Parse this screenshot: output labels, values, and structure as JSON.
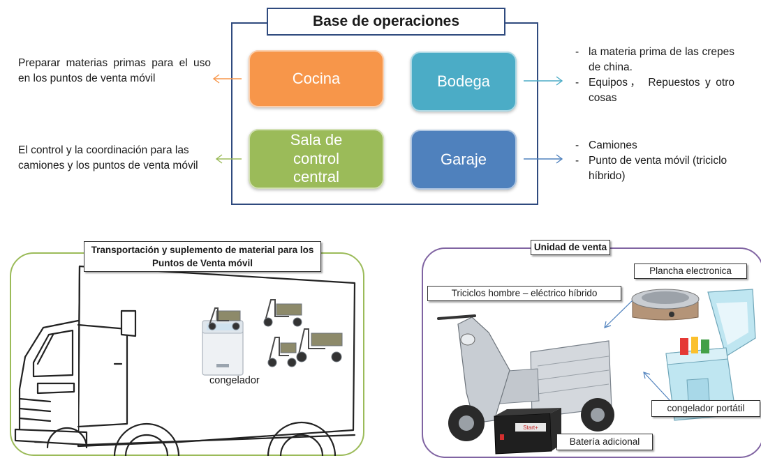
{
  "operations": {
    "title": "Base de operaciones",
    "tiles": {
      "cocina": "Cocina",
      "bodega": "Bodega",
      "sala": "Sala de control central",
      "garaje": "Garaje"
    },
    "colors": {
      "cocina": "#f7964a",
      "bodega": "#4bacc6",
      "sala": "#9bbb59",
      "garaje": "#4f81bd",
      "frame": "#2f4a7e"
    }
  },
  "descriptions": {
    "cocina": "Preparar materias primas para el uso en los puntos de venta móvil",
    "sala": "El control y la coordinación para las camiones y los puntos de venta móvil",
    "bodega_items": [
      "la materia prima de las crepes de china.",
      "Equipos， Repuestos y otro cosas"
    ],
    "garaje_items": [
      "Camiones",
      "Punto de venta móvil (triciclo híbrido)"
    ]
  },
  "transport_panel": {
    "label": "Transportación y suplemento de material para los Puntos de Venta móvil",
    "freezer_label": "congelador",
    "border_color": "#9bbb59"
  },
  "sales_panel": {
    "label": "Unidad de venta",
    "griddle_label": "Plancha electronica",
    "tricycle_label": "Triciclos hombre – eléctrico híbrido",
    "portable_freezer_label": "congelador portátil",
    "battery_label": "Batería adicional",
    "battery_brand": "Start+",
    "border_color": "#8064a2"
  }
}
